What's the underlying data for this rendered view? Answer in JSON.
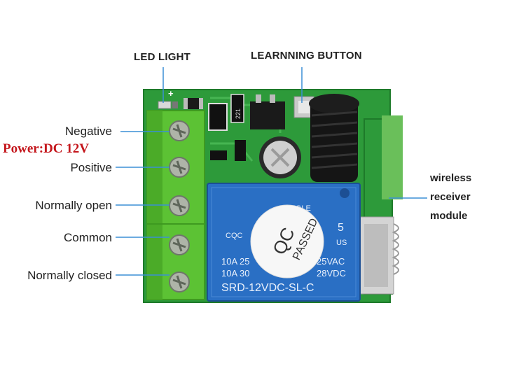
{
  "callouts": {
    "led_light": "LED LIGHT",
    "learning_button": "LEARNNING BUTTON",
    "negative": "Negative",
    "power": "Power:DC 12V",
    "positive": "Positive",
    "normally_open": "Normally open",
    "common": "Common",
    "normally_closed": "Normally closed",
    "receiver_line1": "wireless",
    "receiver_line2": "receiver",
    "receiver_line3": "module"
  },
  "relay": {
    "brand": "SONGLE",
    "cqc": "CQC",
    "rating_row1_left": "10A 25",
    "rating_row1_right": "25VAC",
    "rating_row2_left": "10A 30",
    "rating_row2_right": "28VDC",
    "model": "SRD-12VDC-SL-C",
    "ul_number": "5",
    "ul_suffix": "US"
  },
  "qc_sticker": {
    "line1": "QC",
    "line2": "PASSED"
  },
  "pcb_marking": "221",
  "led_polarity": "+",
  "colors": {
    "pcb": "#2d9a3a",
    "terminal_block": "#5cc234",
    "relay_body": "#2a6fc4",
    "power_text": "#c4161c"
  }
}
